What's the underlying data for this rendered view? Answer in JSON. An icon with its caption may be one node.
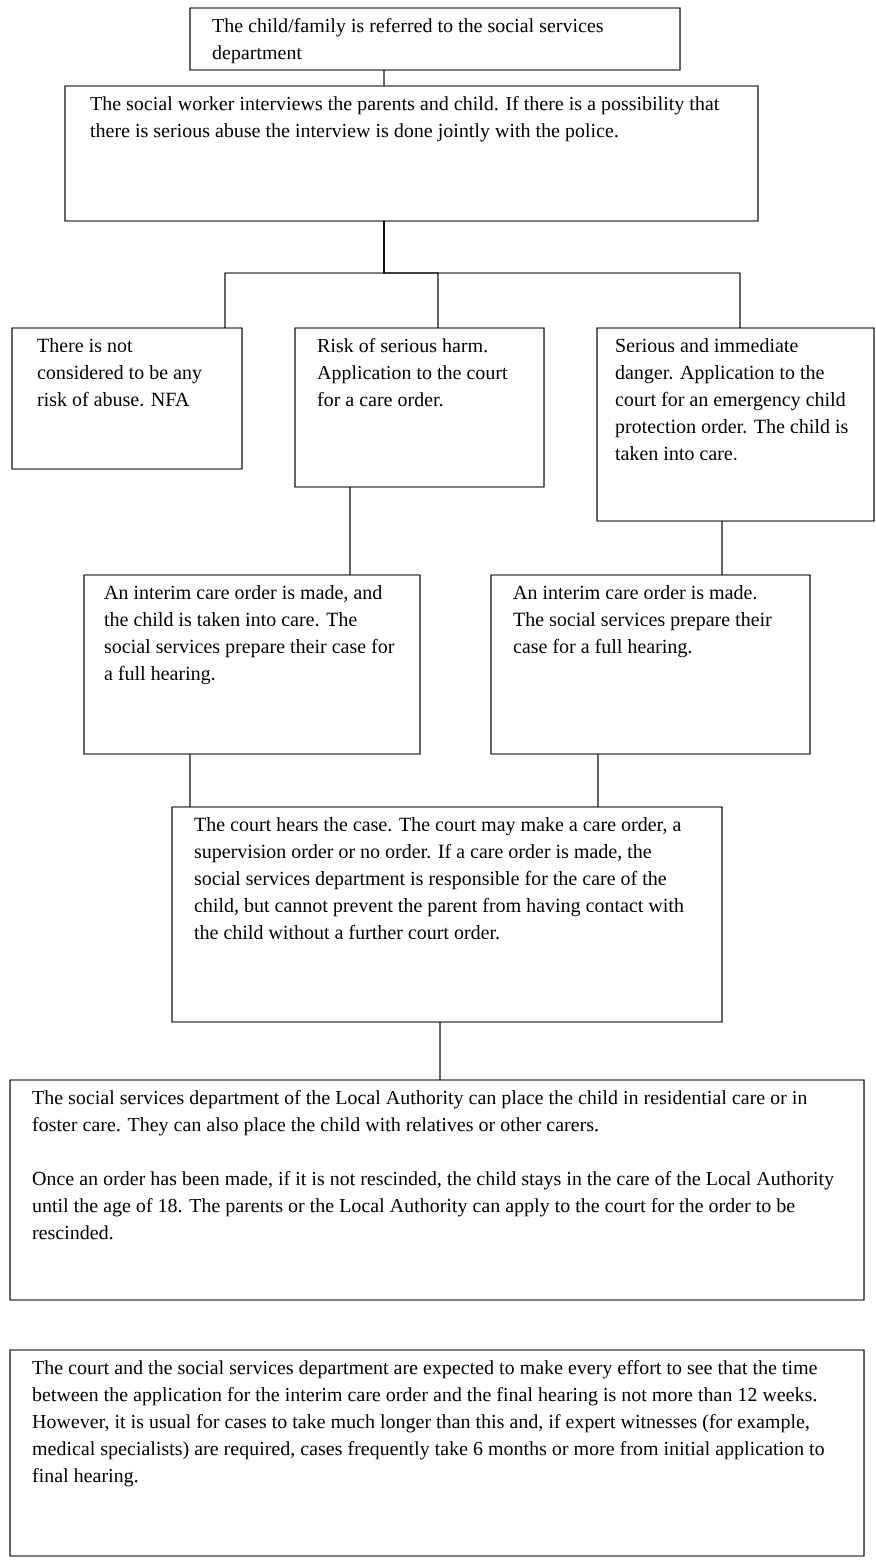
{
  "diagram": {
    "nodes": [
      {
        "text": [
          "The child/family is referred to the social services department"
        ]
      },
      {
        "text": [
          "The social worker interviews the parents and child. If there is a possibility that there is serious abuse the interview is done jointly with the police."
        ]
      },
      {
        "text": [
          "There is not considered to be any risk of abuse. NFA"
        ]
      },
      {
        "text": [
          "Risk of serious harm.  Application to the court for a care order."
        ]
      },
      {
        "text": [
          "Serious and immediate danger. Application to the court for an emergency child protection order. The child is taken into care."
        ]
      },
      {
        "text": [
          "An interim care order is made, and the child is taken into care.  The social services prepare their case for a full hearing."
        ]
      },
      {
        "text": [
          "An interim care order is made. The social services prepare their case for a full hearing."
        ]
      },
      {
        "text": [
          "The court hears the case.  The court may make a care order, a supervision order or no order.  If a care order is made, the social services department is responsible for the care of the child, but cannot prevent the parent from having contact with the child without a further court order."
        ]
      },
      {
        "text": [
          "The social services department of the Local Authority can place the child in residential care or in foster care.  They can also place the child with relatives or other carers.",
          "Once an order has been made, if it is not rescinded, the child stays in the care of the Local Authority until the age of 18.  The parents or the Local Authority can apply to the court for the order to be rescinded."
        ]
      },
      {
        "text": [
          "The court and the social services department are expected to make every effort to see that the time between the application for the interim care order and the final hearing is not more than 12 weeks.  However, it is usual for cases to take much longer than this and, if expert witnesses (for example, medical specialists) are required, cases frequently take 6 months or more from initial application to final hearing."
        ]
      }
    ],
    "edges": [
      {
        "from": 0,
        "to": 1,
        "arrow": "none"
      },
      {
        "from": 1,
        "to": 2,
        "arrow": "none"
      },
      {
        "from": 1,
        "to": 3,
        "arrow": "none"
      },
      {
        "from": 1,
        "to": 4,
        "arrow": "none"
      },
      {
        "from": 3,
        "to": 5,
        "arrow": "none"
      },
      {
        "from": 4,
        "to": 6,
        "arrow": "none"
      },
      {
        "from": 5,
        "to": 7,
        "arrow": "none"
      },
      {
        "from": 6,
        "to": 7,
        "arrow": "none"
      },
      {
        "from": 7,
        "to": 8,
        "arrow": "none"
      }
    ]
  }
}
